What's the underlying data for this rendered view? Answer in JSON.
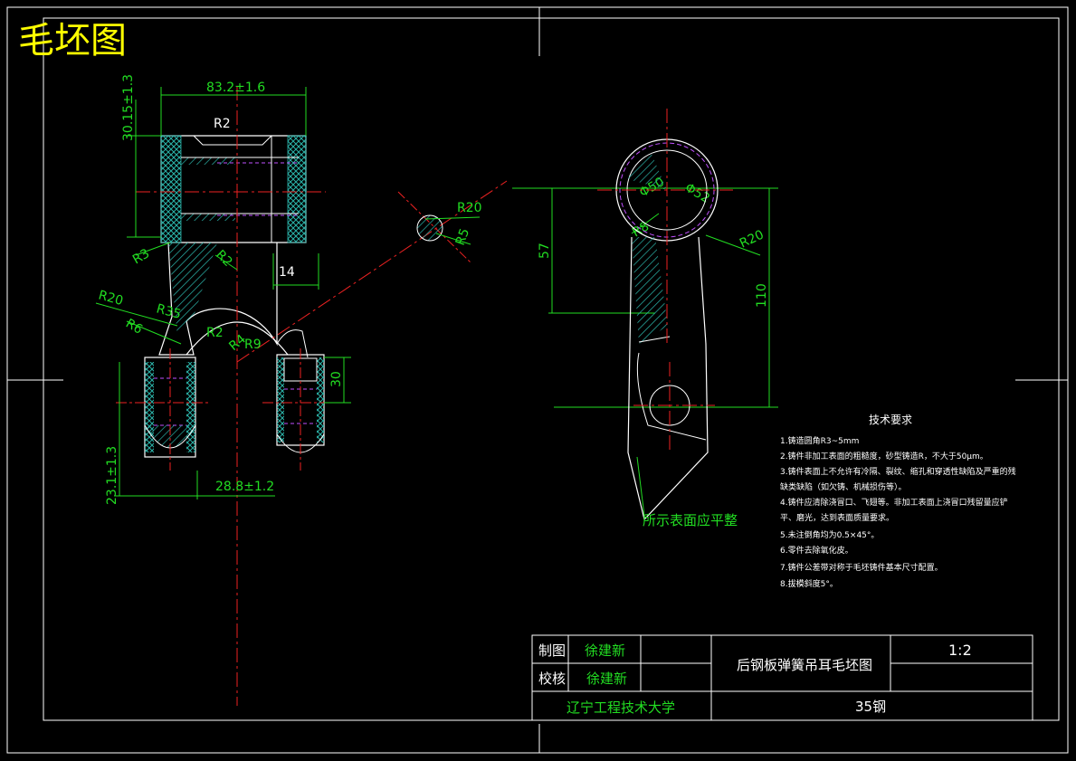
{
  "sheet_title": "毛坯图",
  "dimensions": {
    "width_total": "83.2±1.6",
    "height_top": "30.15±1.3",
    "r2_top": "R2",
    "r3": "R3",
    "r2_neck": "R2",
    "w14": "14",
    "r20_left": "R20",
    "r35": "R35",
    "r6": "R6",
    "r2_arch": "R2",
    "r9": "R9",
    "r4": "R4",
    "h30": "30",
    "h23": "23.1±1.3",
    "w28": "28.8±1.2",
    "detail_r20": "R20",
    "detail_r5": "R5",
    "d50": "Φ50",
    "d52": "Φ52",
    "r8": "R8",
    "r20_right": "R20",
    "h57": "57",
    "h110": "110"
  },
  "surface_note": "所示表面应平整",
  "tech": {
    "title": "技术要求",
    "items": [
      "1.铸造圆角R3~5mm",
      "2.铸件非加工表面的粗糙度，砂型铸造R，不大于50μm。",
      "3.铸件表面上不允许有冷隔、裂纹、缩孔和穿透性缺陷及严重的残",
      "缺类缺陷（如欠铸、机械损伤等）。",
      "4.铸件应清除浇冒口、飞翅等。非加工表面上浇冒口残留量应铲",
      "平、磨光，达到表面质量要求。",
      "5.未注倒角均为0.5×45°。",
      "6.零件去除氧化皮。",
      "7.铸件公差带对称于毛坯铸件基本尺寸配置。",
      "8.拔模斜度5°。"
    ]
  },
  "title_block": {
    "drawn_label": "制图",
    "drawn_name": "徐建新",
    "check_label": "校核",
    "check_name": "徐建新",
    "part_name": "后钢板弹簧吊耳毛坯图",
    "scale": "1:2",
    "school": "辽宁工程技术大学",
    "material": "35钢"
  }
}
